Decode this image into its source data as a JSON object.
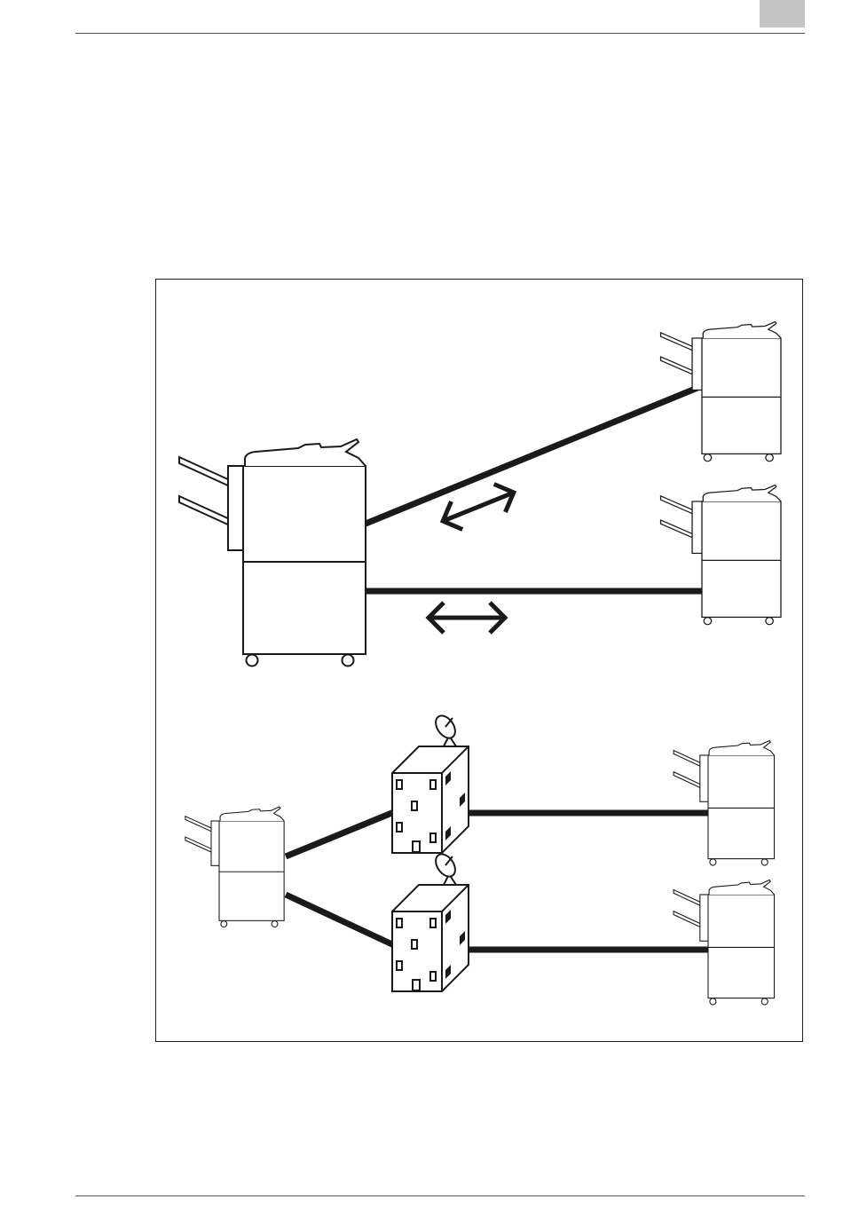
{
  "figure": {
    "subjects": [
      "copier-machine-main",
      "copier-machine-remote-1",
      "copier-machine-remote-2",
      "copier-machine-small",
      "office-building-with-satellite-dish",
      "copier-machine-remote-3",
      "copier-machine-remote-4"
    ],
    "icons": [
      "double-arrow-icon",
      "satellite-dish-icon"
    ],
    "colors": {
      "line": "#1a1a1a",
      "paper": "#ffffff",
      "tab": "#c4c4c4"
    }
  }
}
